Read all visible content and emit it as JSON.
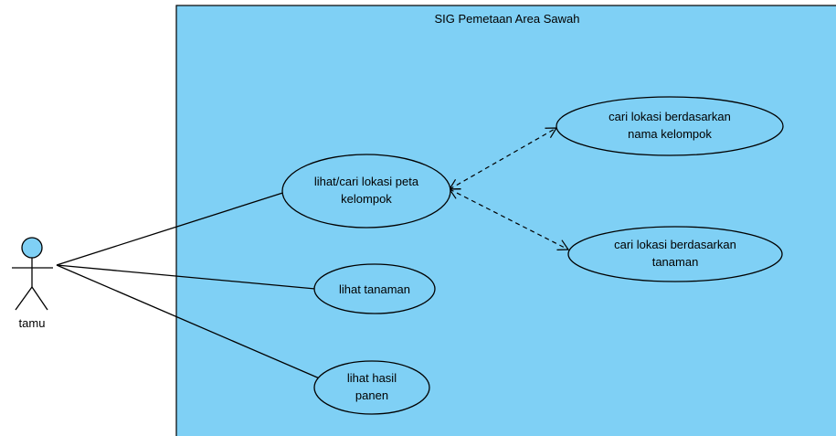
{
  "diagram": {
    "type": "use-case",
    "system": {
      "title": "SIG Pemetaan Area Sawah",
      "fill_color": "#7fd0f5",
      "border_color": "#000000"
    },
    "actor": {
      "name": "tamu",
      "head_color": "#7fd0f5"
    },
    "use_cases": [
      {
        "id": "uc_lihat_cari",
        "lines": [
          "lihat/cari lokasi peta",
          "kelompok"
        ]
      },
      {
        "id": "uc_lihat_tanaman",
        "lines": [
          "lihat tanaman"
        ]
      },
      {
        "id": "uc_lihat_hasil",
        "lines": [
          "lihat hasil",
          "panen"
        ]
      },
      {
        "id": "uc_cari_kelompok",
        "lines": [
          "cari lokasi berdasarkan",
          "nama kelompok"
        ]
      },
      {
        "id": "uc_cari_tanaman",
        "lines": [
          "cari lokasi berdasarkan",
          "tanaman"
        ]
      }
    ],
    "associations": [
      {
        "from": "actor",
        "to": "uc_lihat_cari"
      },
      {
        "from": "actor",
        "to": "uc_lihat_tanaman"
      },
      {
        "from": "actor",
        "to": "uc_lihat_hasil"
      }
    ],
    "dependencies": [
      {
        "from": "uc_lihat_cari",
        "to": "uc_cari_kelompok",
        "style": "dashed-arrow"
      },
      {
        "from": "uc_lihat_cari",
        "to": "uc_cari_tanaman",
        "style": "dashed-arrow"
      }
    ]
  }
}
